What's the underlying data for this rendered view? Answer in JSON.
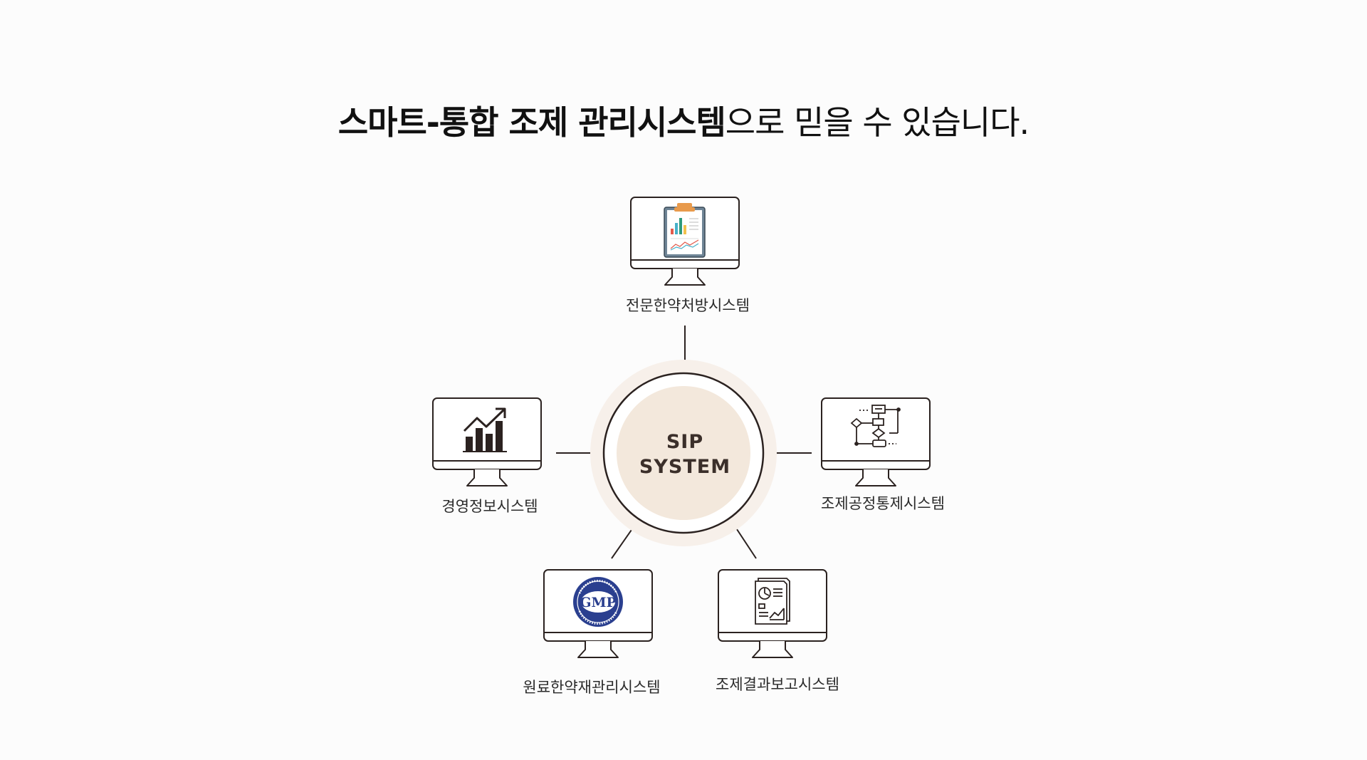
{
  "headline": {
    "bold_part": "스마트-통합 조제 관리시스템",
    "normal_part": "으로 믿을 수 있습니다."
  },
  "center": {
    "line1": "SIP",
    "line2": "SYSTEM"
  },
  "nodes": {
    "top": {
      "label": "전문한약처방시스템",
      "icon": "clipboard-chart-icon"
    },
    "left": {
      "label": "경영정보시스템",
      "icon": "growth-chart-icon"
    },
    "right": {
      "label": "조제공정통제시스템",
      "icon": "flowchart-icon"
    },
    "bottom_left": {
      "label": "원료한약재관리시스템",
      "icon": "gmp-seal-icon",
      "seal_text": "GMP"
    },
    "bottom_right": {
      "label": "조제결과보고시스템",
      "icon": "report-document-icon"
    }
  },
  "colors": {
    "line": "#2b2220",
    "center_fill": "#f3e8dc",
    "center_halo": "#f7f0ea",
    "seal_blue": "#2a3f8f"
  }
}
